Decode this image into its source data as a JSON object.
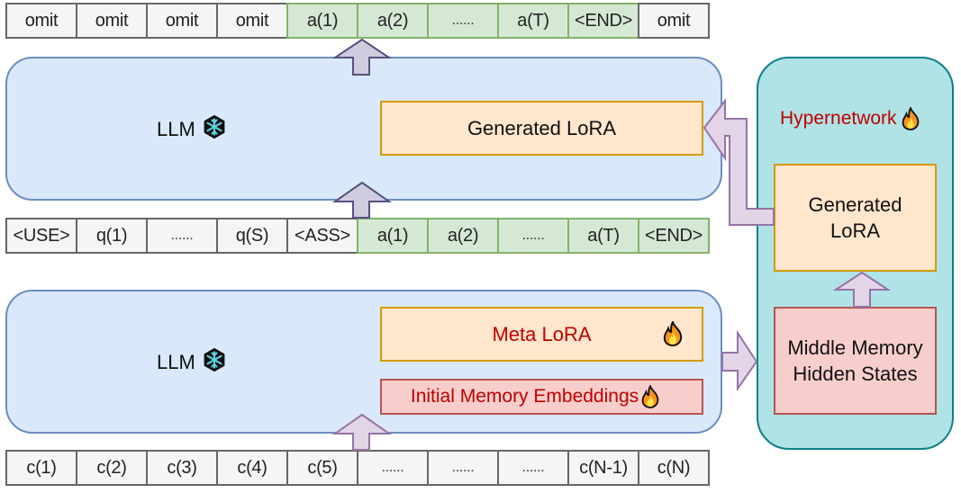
{
  "top_output_row": {
    "tokens": [
      {
        "text": "omit",
        "kind": "gray"
      },
      {
        "text": "omit",
        "kind": "gray"
      },
      {
        "text": "omit",
        "kind": "gray"
      },
      {
        "text": "omit",
        "kind": "gray"
      },
      {
        "text": "a(1)",
        "kind": "green"
      },
      {
        "text": "a(2)",
        "kind": "green"
      },
      {
        "text": "......",
        "kind": "green"
      },
      {
        "text": "a(T)",
        "kind": "green"
      },
      {
        "text": "<END>",
        "kind": "green"
      },
      {
        "text": "omit",
        "kind": "gray"
      }
    ]
  },
  "upper_llm": {
    "label": "LLM",
    "label_icon": "snowflake-icon",
    "generated_lora_label": "Generated LoRA"
  },
  "middle_input_row": {
    "tokens": [
      {
        "text": "<USE>",
        "kind": "gray"
      },
      {
        "text": "q(1)",
        "kind": "gray"
      },
      {
        "text": "......",
        "kind": "gray"
      },
      {
        "text": "q(S)",
        "kind": "gray"
      },
      {
        "text": "<ASS>",
        "kind": "gray"
      },
      {
        "text": "a(1)",
        "kind": "green"
      },
      {
        "text": "a(2)",
        "kind": "green"
      },
      {
        "text": "......",
        "kind": "green"
      },
      {
        "text": "a(T)",
        "kind": "green"
      },
      {
        "text": "<END>",
        "kind": "green"
      }
    ]
  },
  "lower_llm": {
    "label": "LLM",
    "label_icon": "snowflake-icon",
    "meta_lora_label": "Meta LoRA",
    "meta_lora_icon": "fire-icon",
    "memory_embeddings_label": "Initial Memory Embeddings",
    "memory_embeddings_icon": "fire-icon"
  },
  "bottom_context_row": {
    "tokens": [
      {
        "text": "c(1)",
        "kind": "gray"
      },
      {
        "text": "c(2)",
        "kind": "gray"
      },
      {
        "text": "c(3)",
        "kind": "gray"
      },
      {
        "text": "c(4)",
        "kind": "gray"
      },
      {
        "text": "c(5)",
        "kind": "gray"
      },
      {
        "text": "......",
        "kind": "gray"
      },
      {
        "text": "......",
        "kind": "gray"
      },
      {
        "text": "......",
        "kind": "gray"
      },
      {
        "text": "c(N-1)",
        "kind": "gray"
      },
      {
        "text": "c(N)",
        "kind": "gray"
      }
    ]
  },
  "hypernetwork": {
    "title": "Hypernetwork",
    "title_icon": "fire-icon",
    "generated_lora_line1": "Generated",
    "generated_lora_line2": "LoRA",
    "hidden_states_line1": "Middle Memory",
    "hidden_states_line2": "Hidden States"
  },
  "colors": {
    "llm_fill": "#dae8fc",
    "llm_stroke": "#6c8ebf",
    "lora_fill": "#ffe6cc",
    "lora_stroke": "#d79b00",
    "memory_fill": "#f8cecc",
    "memory_stroke": "#b85450",
    "hyper_fill": "#b0e3e6",
    "hyper_stroke": "#0e8088",
    "answer_fill": "#d5e8d4",
    "answer_stroke": "#82b366",
    "arrow_fill": "#e1d5e7",
    "arrow_stroke": "#9673a6",
    "trainable_text": "#c00000"
  }
}
